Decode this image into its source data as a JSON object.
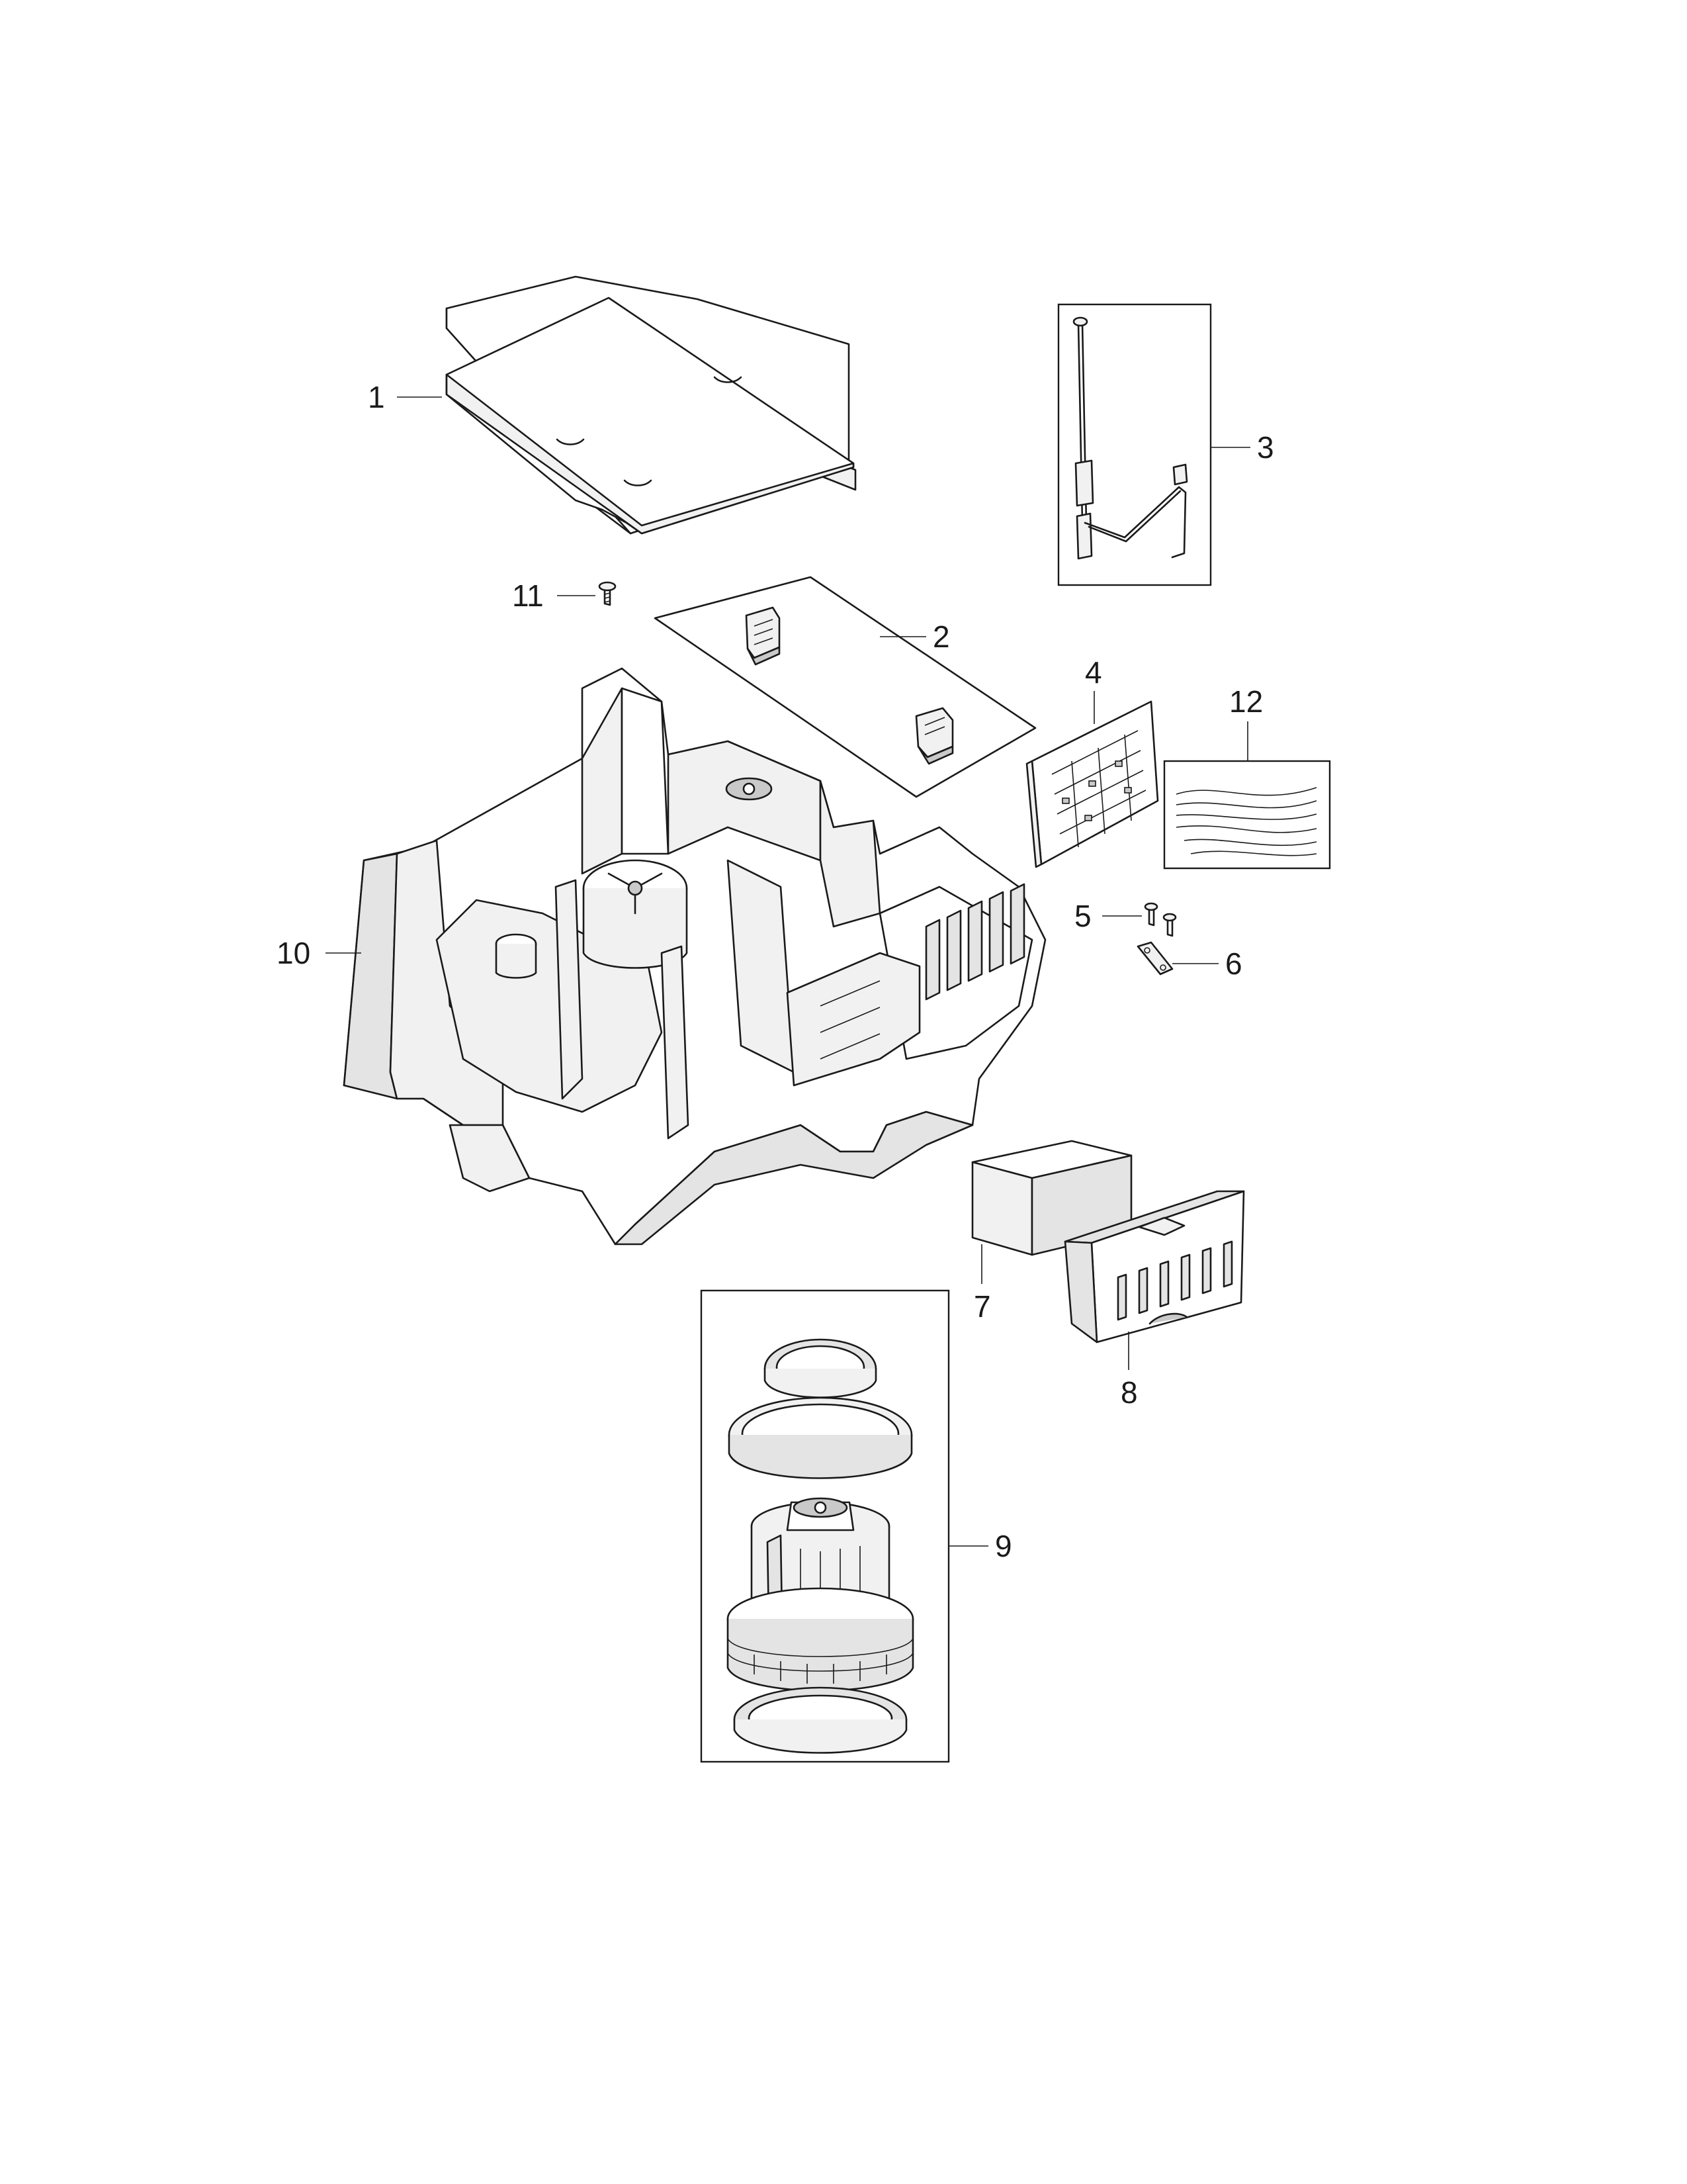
{
  "diagram": {
    "callouts": [
      {
        "id": "1",
        "text": "1"
      },
      {
        "id": "2",
        "text": "2"
      },
      {
        "id": "3",
        "text": "3"
      },
      {
        "id": "4",
        "text": "4"
      },
      {
        "id": "5",
        "text": "5"
      },
      {
        "id": "6",
        "text": "6"
      },
      {
        "id": "7",
        "text": "7"
      },
      {
        "id": "8",
        "text": "8"
      },
      {
        "id": "9",
        "text": "9"
      },
      {
        "id": "10",
        "text": "10"
      },
      {
        "id": "11",
        "text": "11"
      },
      {
        "id": "12",
        "text": "12"
      }
    ],
    "line_color": "#1a1a1a",
    "shade_color": "#e4e4e4"
  }
}
